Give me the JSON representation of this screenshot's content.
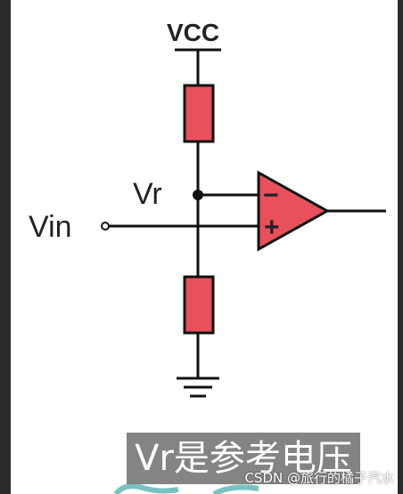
{
  "diagram": {
    "labels": {
      "vcc": "VCC",
      "vr": "Vr",
      "vin": "Vin",
      "minus": "−",
      "plus": "+"
    },
    "colors": {
      "resistor_fill": "#e8505b",
      "opamp_fill": "#e8505b",
      "wire": "#111111",
      "background": "#ffffff"
    }
  },
  "caption": {
    "text": "Vr是参考电压"
  },
  "watermark": {
    "text": "CSDN @旅行的橘子汽水"
  }
}
